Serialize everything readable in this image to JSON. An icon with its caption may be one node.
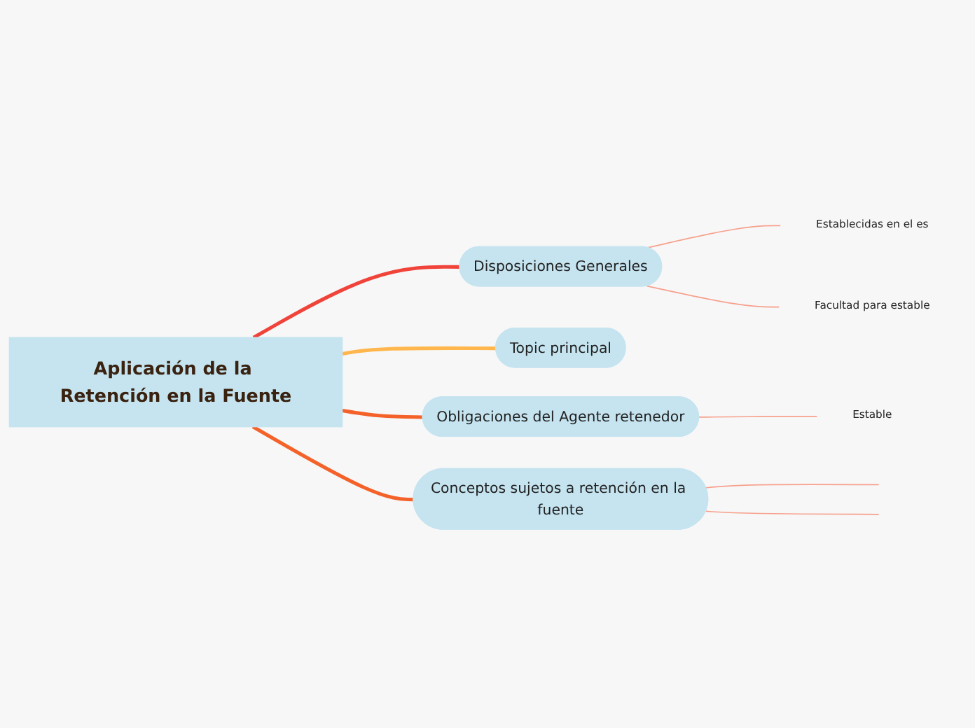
{
  "diagram": {
    "nodes": [
      {
        "text": [
          "Aplicación de la Retención en la Fuente"
        ]
      },
      {
        "text": [
          "Disposiciones Generales"
        ]
      },
      {
        "text": [
          "Establecidas en el es"
        ]
      },
      {
        "text": [
          "Facultad para estable"
        ]
      },
      {
        "text": [
          "Topic principal"
        ]
      },
      {
        "text": [
          "Obligaciones del Agente retenedor"
        ]
      },
      {
        "text": [
          "Estable"
        ]
      },
      {
        "text": [
          "Conceptos sujetos a retención en la fuente"
        ]
      }
    ],
    "edges": [
      {
        "from": 0,
        "to": 1,
        "arrow": "none",
        "style": "thick",
        "color": "#f0433a"
      },
      {
        "from": 1,
        "to": 2,
        "arrow": "none"
      },
      {
        "from": 1,
        "to": 3,
        "arrow": "none"
      },
      {
        "from": 0,
        "to": 4,
        "arrow": "none",
        "style": "thick",
        "color": "#ffb74d"
      },
      {
        "from": 0,
        "to": 5,
        "arrow": "none",
        "style": "thick",
        "color": "#f4622a"
      },
      {
        "from": 5,
        "to": 6,
        "arrow": "none"
      },
      {
        "from": 0,
        "to": 7,
        "arrow": "none",
        "style": "thick",
        "color": "#f4622a"
      },
      {
        "from": 7,
        "to": null,
        "arrow": "none"
      },
      {
        "from": 7,
        "to": null,
        "arrow": "none"
      }
    ]
  }
}
